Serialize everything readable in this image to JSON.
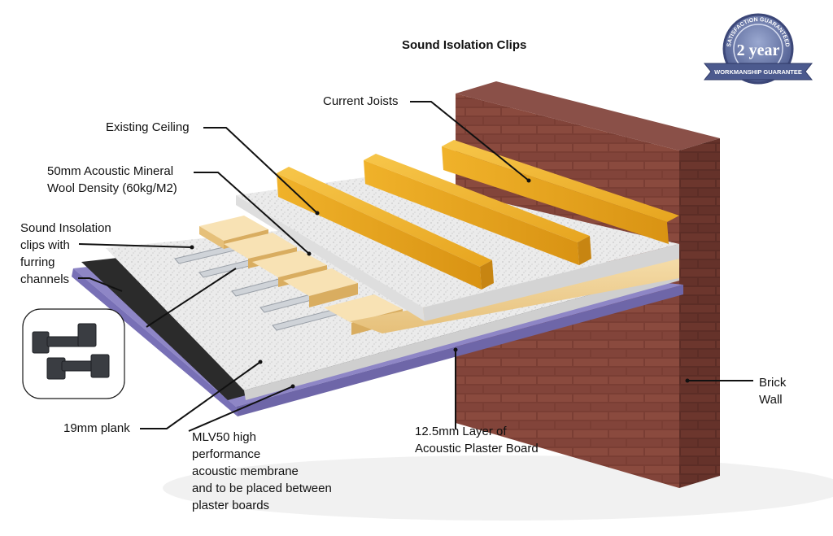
{
  "diagram": {
    "title": "Sound Isolation Clips",
    "badge": {
      "arc_text": "SATISFACTION GUARANTEED",
      "center_text": "2 year",
      "ribbon_text": "WORKMANSHIP GUARANTEE"
    },
    "labels": {
      "current_joists": "Current Joists",
      "existing_ceiling": "Existing Ceiling",
      "mineral_wool": [
        "50mm Acoustic Mineral",
        "Wool Density (60kg/M2)"
      ],
      "clips": [
        "Sound Insolation",
        "clips with",
        "furring",
        "channels"
      ],
      "plank": "19mm plank",
      "membrane": [
        "MLV50 high",
        "performance",
        "acoustic membrane",
        "and to be placed between",
        "plaster boards"
      ],
      "plaster_board": [
        "12.5mm Layer of",
        "Acoustic Plaster Board"
      ],
      "brick_wall": [
        "Brick",
        "Wall"
      ]
    },
    "colors": {
      "brick": "#7a3e34",
      "mortar": "#b59a8e",
      "timber": "#e3a21a",
      "wool": "#f0d39a",
      "plaster": "#e8e8e8",
      "membrane": "#2b2b2b",
      "purple_board": "#8e86c6",
      "badge": "#5a6aa0"
    }
  }
}
